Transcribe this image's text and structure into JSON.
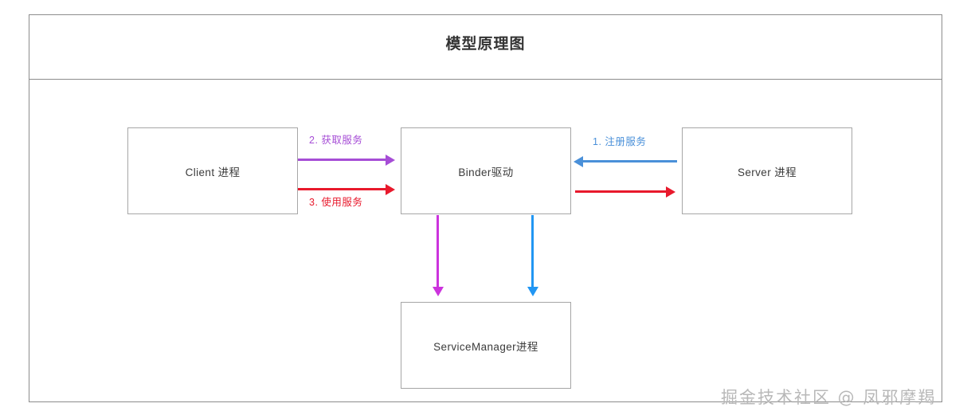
{
  "diagram": {
    "title": "模型原理图",
    "nodes": [
      {
        "id": "client",
        "label": "Client 进程"
      },
      {
        "id": "binder",
        "label": "Binder驱动"
      },
      {
        "id": "server",
        "label": "Server 进程"
      },
      {
        "id": "servicemanager",
        "label": "ServiceManager进程"
      }
    ],
    "edges": [
      {
        "id": "register",
        "label": "1. 注册服务",
        "from": "server",
        "to": "binder",
        "direction": "left",
        "color": "#4a90d9"
      },
      {
        "id": "get-service",
        "label": "2. 获取服务",
        "from": "client",
        "to": "binder",
        "direction": "right",
        "color": "#a64dd6"
      },
      {
        "id": "use-service",
        "label": "3. 使用服务",
        "from": "client",
        "to": "binder",
        "direction": "right",
        "color": "#e8192c"
      },
      {
        "id": "binder-server",
        "label": "",
        "from": "binder",
        "to": "server",
        "direction": "right",
        "color": "#e8192c"
      },
      {
        "id": "binder-sm-purple",
        "label": "",
        "from": "binder",
        "to": "servicemanager",
        "direction": "down",
        "color": "#cc33dd"
      },
      {
        "id": "binder-sm-blue",
        "label": "",
        "from": "binder",
        "to": "servicemanager",
        "direction": "down",
        "color": "#2196f3"
      }
    ],
    "colors": {
      "frame_border": "#8c8c8c",
      "node_border": "#a6a6a6",
      "node_text": "#3b3b3b",
      "background": "#ffffff",
      "purple": "#a64dd6",
      "red": "#e8192c",
      "blue": "#4a90d9",
      "magenta": "#cc33dd",
      "watermark": "#b8b8b8"
    }
  },
  "watermark": {
    "text": "掘金技术社区 @ 凤邪摩羯"
  }
}
